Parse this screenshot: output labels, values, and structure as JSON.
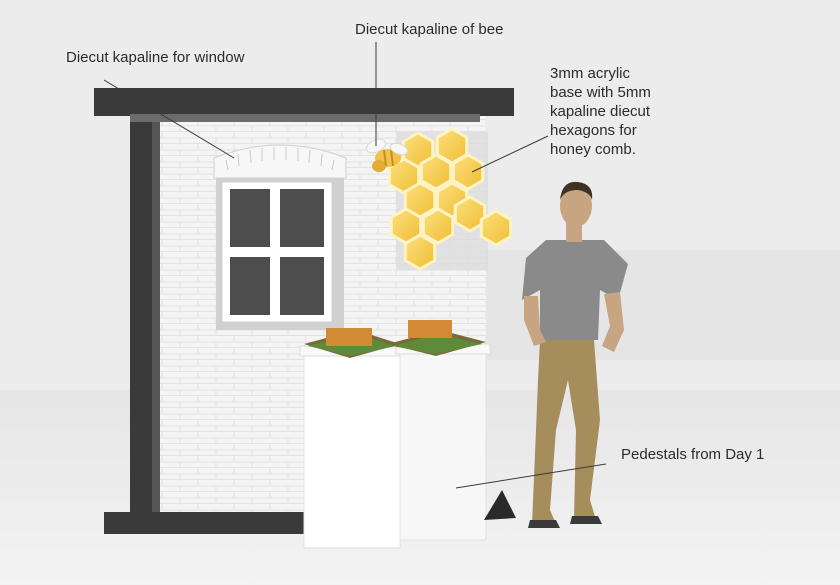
{
  "annotations": {
    "window": "Diecut kapaline for window",
    "bee": "Diecut kapaline of bee",
    "honeycomb": [
      "3mm acrylic",
      "base with 5mm",
      "kapaline diecut",
      "hexagons for",
      "honey comb."
    ],
    "pedestals": "Pedestals from Day 1"
  },
  "colors": {
    "background": "#ececec",
    "frame": "#3a3a3a",
    "wall": "#f4f4f4",
    "honeycomb": "#f6cd4e",
    "shirt": "#8a8a8a",
    "trousers": "#a58e5c",
    "skin": "#c7a582"
  }
}
